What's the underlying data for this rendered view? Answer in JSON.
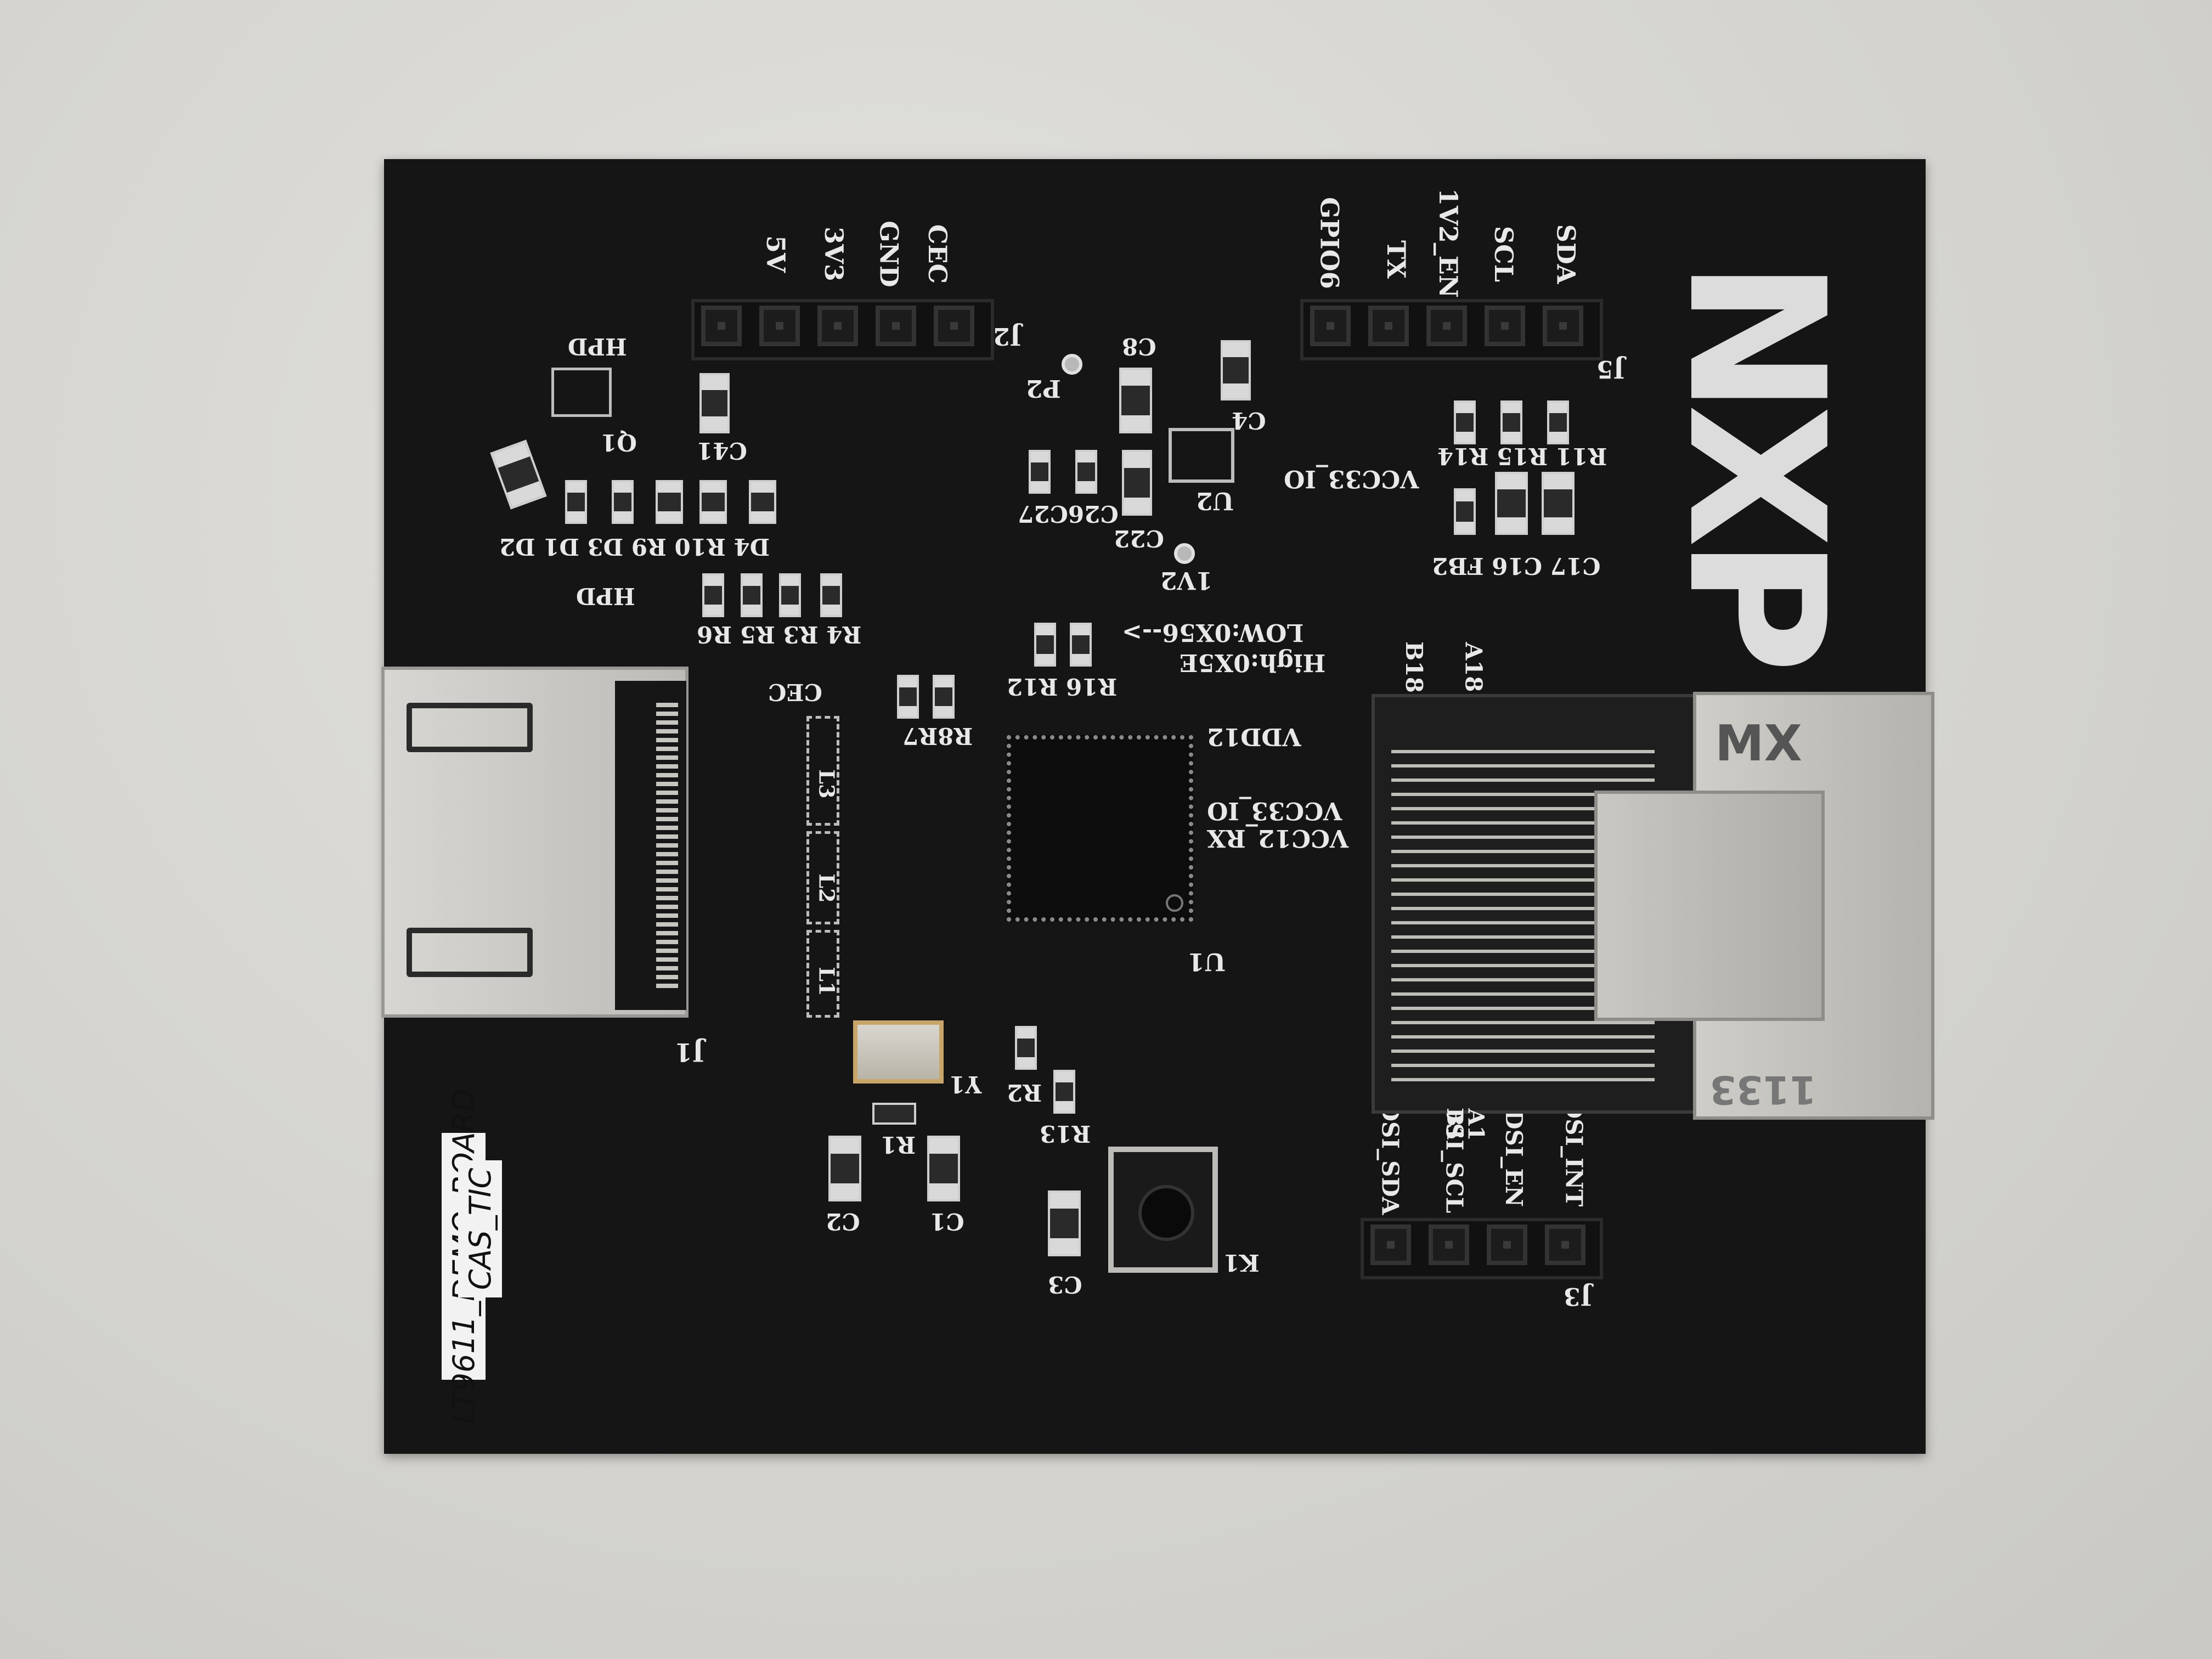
{
  "board": {
    "name_label": "LT9611_DEMO_BOARD",
    "team_label": "CAS_TIC",
    "logo_text": "NXP",
    "connector_brand": "MX",
    "connector_code": "1133"
  },
  "labels": {
    "header_j2": [
      "5V",
      "3V3",
      "GND",
      "CEC"
    ],
    "j2": "J2",
    "header_j5": [
      "GPIO6",
      "TX",
      "1V2_EN",
      "SCL",
      "SDA"
    ],
    "j5": "J5",
    "header_j3": [
      "DSI_SDA",
      "DSI_SCL",
      "DSI_EN",
      "DSI_INT"
    ],
    "j3": "J3",
    "hpd_top": "HPD",
    "hpd_mid": "HPD",
    "q1": "Q1",
    "c41": "C41",
    "c8": "C8",
    "c4": "C4",
    "p2": "P2",
    "u2": "U2",
    "vcc33_io_top": "VCC33_IO",
    "r11_row": "R11 R15 R14",
    "c26c27": "C26C27",
    "c22": "C22",
    "c17_row": "C17 C16 FB2",
    "diodes": "D4 R10 R9 D3 D1 D2",
    "v1v2": "1V2",
    "r_row": "R4 R3 R5 R6",
    "low_addr": "LOW:0X56-->",
    "high_addr": "High:0X5E",
    "r16r12": "R16 R12",
    "cec": "CEC",
    "r8r7": "R8R7",
    "vdd12": "VDD12",
    "vcc33_io": "VCC33_IO",
    "vcc12_rx": "VCC12_RX",
    "u1": "U1",
    "b18": "B18",
    "a18": "A18",
    "l3": "L3",
    "l2": "L2",
    "l1": "L1",
    "j1": "J1",
    "y1": "Y1",
    "r2": "R2",
    "r13": "R13",
    "r1": "R1",
    "c2": "C2",
    "c3": "C3",
    "c1": "C1",
    "k1": "K1",
    "b1": "B1",
    "a1": "A1"
  },
  "colors": {
    "pcb": "#151515",
    "silkscreen": "#e8e8e8",
    "metal": "#c8c6c2",
    "background": "#d6d5d1"
  }
}
